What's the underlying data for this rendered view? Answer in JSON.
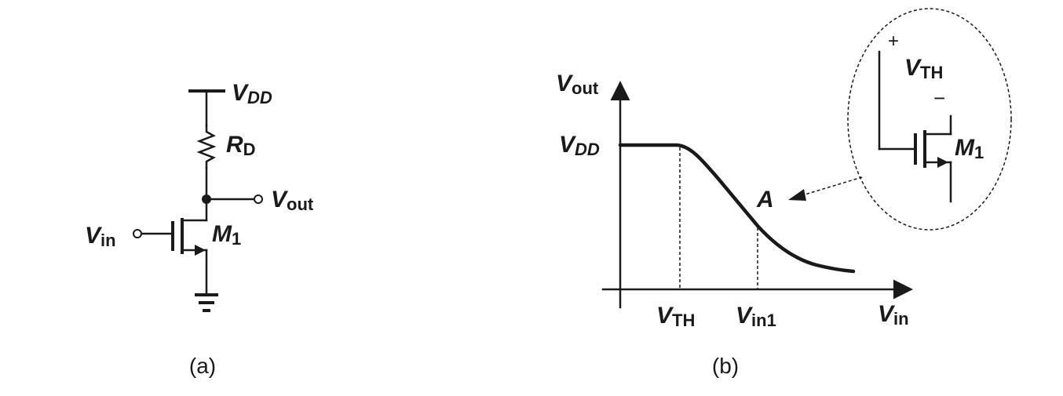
{
  "circuit_a": {
    "supply": {
      "main": "V",
      "sub": "DD"
    },
    "resistor": {
      "main": "R",
      "sub": "D"
    },
    "output": {
      "main": "V",
      "sub": "out"
    },
    "input": {
      "main": "V",
      "sub": "in"
    },
    "transistor": {
      "main": "M",
      "sub": "1"
    },
    "caption": "(a)"
  },
  "plot_b": {
    "y_axis": {
      "main": "V",
      "sub": "out"
    },
    "x_axis": {
      "main": "V",
      "sub": "in"
    },
    "vdd_level": {
      "main": "V",
      "sub": "DD"
    },
    "vth_tick": {
      "main": "V",
      "sub": "TH"
    },
    "vin1_tick": {
      "main": "V",
      "sub": "in1"
    },
    "point": "A",
    "caption": "(b)"
  },
  "inset": {
    "plus": "+",
    "minus": "−",
    "vth": {
      "main": "V",
      "sub": "TH"
    },
    "transistor": {
      "main": "M",
      "sub": "1"
    }
  }
}
